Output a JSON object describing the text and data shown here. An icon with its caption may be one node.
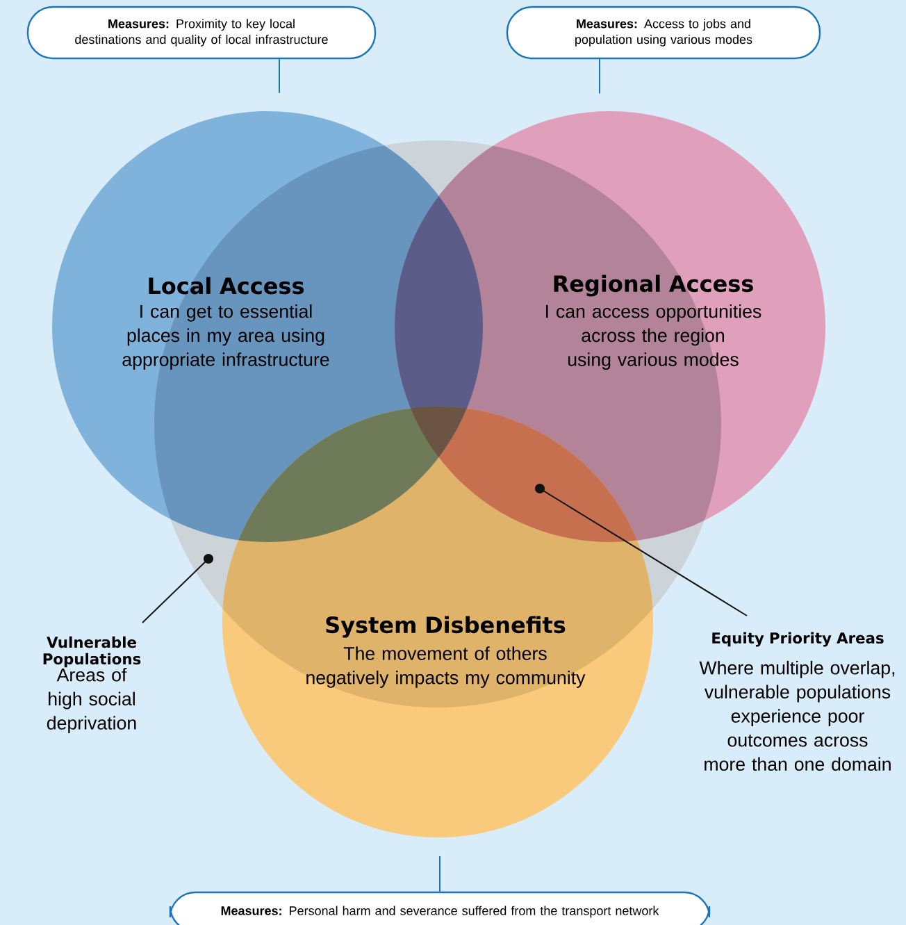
{
  "diagram": {
    "nodes": [
      {
        "text": [
          "**Measures:** Proximity to key local destinations and quality of local infrastructure"
        ]
      },
      {
        "text": [
          "**Measures:** Access to jobs and population using various modes"
        ]
      },
      {
        "text": [
          "Local Access",
          "I can get to essential places in my area using appropriate infrastructure"
        ]
      },
      {
        "text": [
          "Regional Access",
          "I can access opportunities across the region using various modes"
        ]
      },
      {
        "text": [],
        "shape": "circle"
      },
      {
        "text": [
          "System Disbenefits",
          "The movement of others negatively impacts my community"
        ]
      },
      {
        "text": [
          "Vulnerable Populations",
          "Areas of high social deprivation"
        ]
      },
      {
        "text": [
          "Equity Priority Areas",
          "Where multiple overlap, vulnerable populations experience poor outcomes across more than one domain"
        ]
      },
      {
        "text": [
          "**Measures:** Personal harm and severance suffered from the transport network"
        ]
      }
    ],
    "edges": [
      {
        "from": 0,
        "to": 2,
        "arrow": "none"
      },
      {
        "from": 1,
        "to": 3,
        "arrow": "none"
      },
      {
        "from": 6,
        "to": 4,
        "arrow": "other",
        "color": "#111111"
      },
      {
        "from": 7,
        "to": 3,
        "arrow": "other",
        "color": "#111111"
      },
      {
        "from": 8,
        "to": 5,
        "arrow": "none"
      }
    ]
  }
}
